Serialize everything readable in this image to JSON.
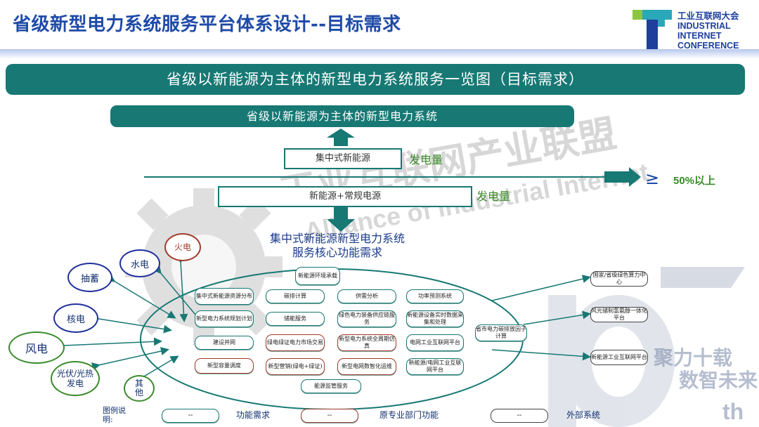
{
  "header": {
    "title": "省级新型电力系统服务平台体系设计--目标需求",
    "logo_lines": [
      "工业互联网大会",
      "INDUSTRIAL",
      "INTERNET",
      "CONFERENCE"
    ]
  },
  "banner": "省级以新能源为主体的新型电力系统服务一览图（目标需求）",
  "top_box": "省级以新能源为主体的新型电力系统",
  "central_box": "集中式新能源",
  "mix_box": "新能源+常规电源",
  "gen_label_1": "发电量",
  "gen_label_2": "发电量",
  "geq_symbol": "≥",
  "percent_label": "50%以上",
  "core_title_line1": "集中式新能源新型电力系统",
  "core_title_line2": "服务核心功能需求",
  "sources": {
    "fire": "火电",
    "hydro": "水电",
    "pumped": "抽蓄",
    "nuclear": "核电",
    "wind": "风电",
    "pv": "光伏/光热发电",
    "other": "其他"
  },
  "functions": {
    "f_env": "新能源环境承载",
    "f_res": "集中式新能源资源分布",
    "f_carbon": "碳排计算",
    "f_supply": "供需分析",
    "f_forecast": "功率预测系统",
    "f_plan": "新型电力系统规划计划",
    "f_storage": "储能服务",
    "f_green_equip": "绿色电力装备供应链服务",
    "f_monitor": "新能源设备实时数据采集和处理",
    "f_grid": "建设并网",
    "f_green_trade": "绿电绿证电力市场交易",
    "f_sim": "新型电力系统全周期仿真",
    "f_iiot": "电网工业互联网平台",
    "f_carbon_calc": "省市电力碳排放因子计算",
    "f_dispatch": "新型容量调度",
    "f_marketing": "新型营销(绿电+绿证)",
    "f_digital": "新型电网数智化运维",
    "f_plant_iiot": "新能源/电网工业互联网平台",
    "f_regulation": "能源监管服务"
  },
  "external": {
    "e_national": "国家/省级绿色算力中心",
    "e_integration": "风光储制氢氨醇一体化平台",
    "e_platform": "新能源工业互联网平台"
  },
  "legend": {
    "title": "图例说明:",
    "swatch": "--",
    "func": "功能需求",
    "dept": "原专业部门功能",
    "ext": "外部系统"
  },
  "watermark": {
    "cn": "工业互联网产业联盟",
    "en": "Alliance of Industrial Internet",
    "tagline": "聚力十载",
    "tagline2": "数智未来",
    "anniv": "th"
  },
  "colors": {
    "primary_teal": "#177874",
    "title_blue": "#1f4aa8",
    "accent_green": "#3a8a2a",
    "dept_red": "#a03a2a"
  }
}
